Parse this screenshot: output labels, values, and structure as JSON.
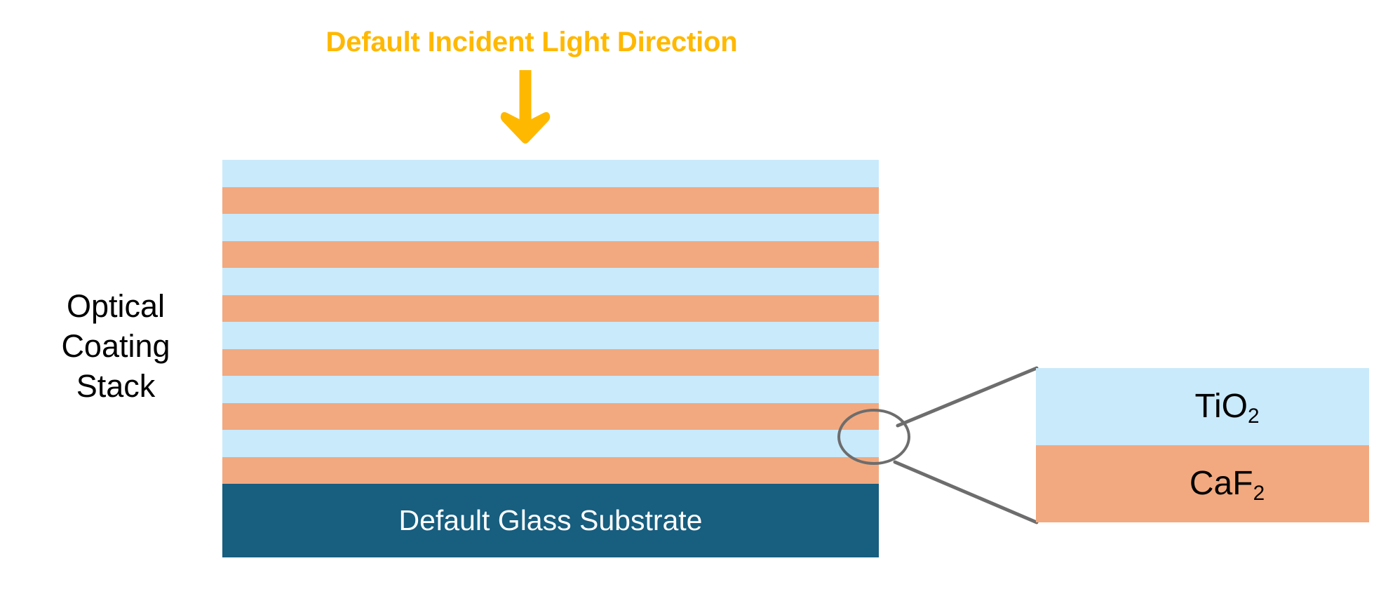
{
  "title": {
    "text": "Default Incident Light Direction",
    "color": "#FFB800"
  },
  "arrow": {
    "icon": "down-arrow-icon",
    "color": "#FFB800",
    "direction": "down"
  },
  "stack_caption": {
    "line1": "Optical",
    "line2": "Coating",
    "line3": "Stack",
    "full_text": "Optical Coating Stack",
    "color": "#000000"
  },
  "coating_stack": {
    "layer_count": 12,
    "high_index_color": "#C9EAFB",
    "low_index_color": "#F2A97F",
    "layers": [
      {
        "material": "TiO2",
        "color": "#C9EAFB"
      },
      {
        "material": "CaF2",
        "color": "#F2A97F"
      },
      {
        "material": "TiO2",
        "color": "#C9EAFB"
      },
      {
        "material": "CaF2",
        "color": "#F2A97F"
      },
      {
        "material": "TiO2",
        "color": "#C9EAFB"
      },
      {
        "material": "CaF2",
        "color": "#F2A97F"
      },
      {
        "material": "TiO2",
        "color": "#C9EAFB"
      },
      {
        "material": "CaF2",
        "color": "#F2A97F"
      },
      {
        "material": "TiO2",
        "color": "#C9EAFB"
      },
      {
        "material": "CaF2",
        "color": "#F2A97F"
      },
      {
        "material": "TiO2",
        "color": "#C9EAFB"
      },
      {
        "material": "CaF2",
        "color": "#F2A97F"
      }
    ]
  },
  "substrate": {
    "label": "Default Glass Substrate",
    "color": "#175E7F",
    "text_color": "#FFFFFF"
  },
  "callout": {
    "magnifier_icon": "magnifier-ellipse-icon",
    "leader_color": "#6D6D6D",
    "detail_layers": [
      {
        "name": "TiO2",
        "symbol": "TiO",
        "subscript": "2",
        "color": "#C9EAFB"
      },
      {
        "name": "CaF2",
        "symbol": "CaF",
        "subscript": "2",
        "color": "#F2A97F"
      }
    ]
  }
}
